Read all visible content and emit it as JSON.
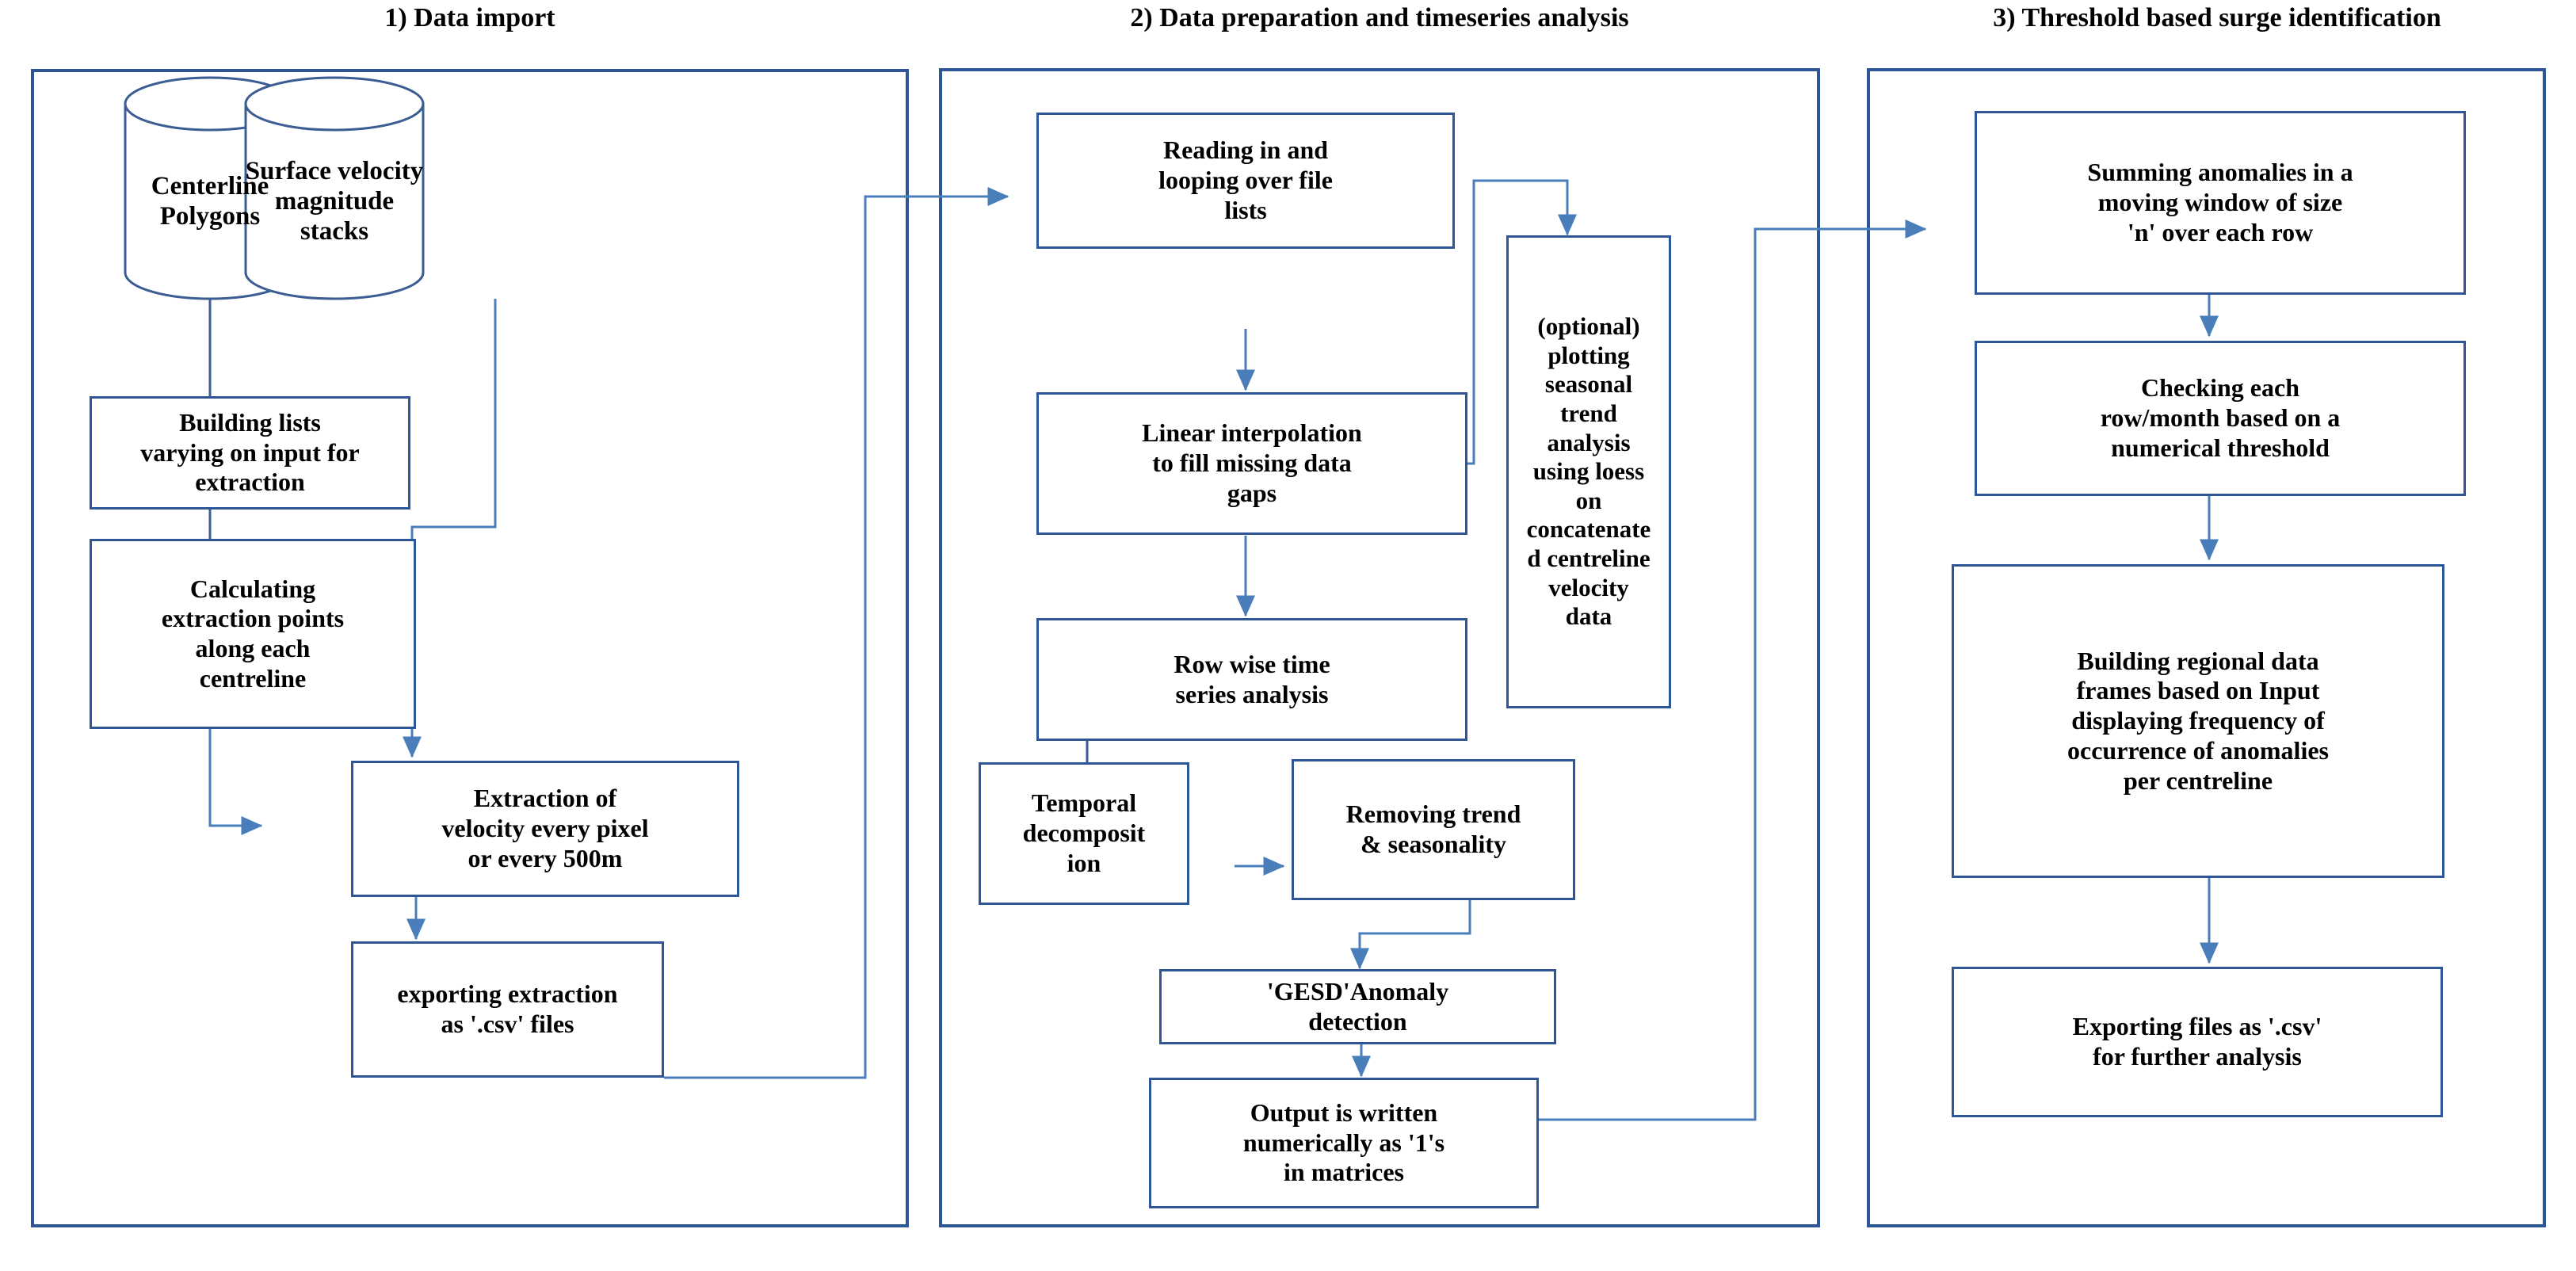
{
  "diagram": {
    "title_color": "#000000",
    "box_border_color": "#2e5596",
    "panel_border_color": "#2e5596",
    "connector_color": "#4a7ebb",
    "background": "#ffffff",
    "type": "flowchart"
  },
  "panels": [
    {
      "id": "panel1",
      "title": "1) Data import"
    },
    {
      "id": "panel2",
      "title": "2) Data preparation and timeseries analysis"
    },
    {
      "id": "panel3",
      "title": "3) Threshold based surge identification"
    }
  ],
  "panel1": {
    "cylinders": [
      {
        "id": "centerline-polygons",
        "label": "Centerline\nPolygons"
      },
      {
        "id": "surface-velocity-stacks",
        "label": "Surface velocity\nmagnitude stacks"
      }
    ],
    "nodes": [
      {
        "id": "building-lists",
        "label": "Building lists\nvarying on input for\nextraction"
      },
      {
        "id": "calculating-extraction-points",
        "label": "Calculating\nextraction points\nalong each\ncentreline"
      },
      {
        "id": "extraction-of-velocity",
        "label": "Extraction of\nvelocity every pixel\nor every 500m"
      },
      {
        "id": "exporting-extraction-csv",
        "label": "exporting extraction\nas '.csv' files"
      }
    ]
  },
  "panel2": {
    "nodes": [
      {
        "id": "reading-looping-file-lists",
        "label": "Reading in and\nlooping over file\nlists"
      },
      {
        "id": "linear-interpolation",
        "label": "Linear interpolation\nto fill missing data\ngaps"
      },
      {
        "id": "row-wise-time-series",
        "label": "Row wise time\nseries analysis"
      },
      {
        "id": "optional-plotting-loess",
        "label": "(optional)\nplotting\nseasonal\ntrend\nanalysis\nusing loess\non\nconcatenate\nd centreline\nvelocity\ndata"
      },
      {
        "id": "temporal-decomposition",
        "label": "Temporal\ndecomposit\nion"
      },
      {
        "id": "removing-trend-seasonality",
        "label": "Removing trend\n& seasonality"
      },
      {
        "id": "gesd-anomaly-detection",
        "label": "'GESD'Anomaly\ndetection"
      },
      {
        "id": "output-written-numerically",
        "label": "Output is written\nnumerically as '1's\nin matrices"
      }
    ]
  },
  "panel3": {
    "nodes": [
      {
        "id": "summing-anomalies",
        "label": "Summing anomalies in a\nmoving window of size\n'n' over each row"
      },
      {
        "id": "checking-row-month",
        "label": "Checking each\nrow/month based on a\nnumerical threshold"
      },
      {
        "id": "building-regional-data-frames",
        "label": "Building regional data\nframes based on Input\ndisplaying frequency of\noccurrence of anomalies\nper centreline"
      },
      {
        "id": "exporting-files-csv",
        "label": "Exporting files as  '.csv'\nfor further analysis"
      }
    ]
  }
}
